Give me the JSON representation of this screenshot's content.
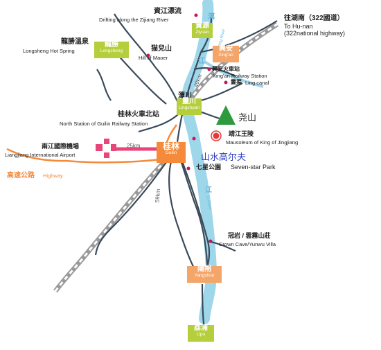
{
  "river": {
    "li_river_zh": "漓",
    "li_river_zh2": "江",
    "li_river_en": "Lijiang River",
    "lingqu_zh": "靈渠",
    "lingqu_en": "Ling canal",
    "jiang_zh": "江",
    "li_en": "Li River"
  },
  "towns": {
    "ziyuan": {
      "zh": "資源",
      "en": "Ziyuan"
    },
    "longsheng": {
      "zh": "龍勝",
      "en": "Longsheng"
    },
    "xingan": {
      "zh": "興安",
      "en": "Xing'an"
    },
    "lingchuan": {
      "zh": "靈川",
      "en": "Lingchuan"
    },
    "guilin": {
      "zh": "桂林",
      "en": "Guilin"
    },
    "yangshuo": {
      "zh": "陽朔",
      "en": "Yangshuo"
    },
    "lipu": {
      "zh": "荔浦",
      "en": "Lipu"
    }
  },
  "places": {
    "zijiang": {
      "zh": "資江漂流",
      "en": "Drifting along the Zijiang River"
    },
    "hotspring": {
      "zh": "龍勝溫泉",
      "en": "Longsheng Hot Spring"
    },
    "maoer": {
      "zh": "猫兒山",
      "en": "Hill of Maoer"
    },
    "xingan_station": {
      "zh": "興安火車站",
      "en": "Xing'an Railway Station"
    },
    "lingqu_point": {
      "zh": "靈渠",
      "en": "Ling canal"
    },
    "tanchuan": {
      "zh": "潭川"
    },
    "north_station": {
      "zh": "桂林火車北站",
      "en": "North Station of Guilin Railway Station"
    },
    "airport": {
      "zh": "兩江國際機場",
      "en": "Liangjiang International Airport"
    },
    "mausoleum": {
      "zh": "靖江王陵",
      "en": "Mausoleum of King of Jingjiang"
    },
    "sevenstar": {
      "zh": "七星公園",
      "en": "Seven-star Park"
    },
    "crown": {
      "zh": "冠岩 / 雲霧山莊",
      "en": "Crown Cave/Yunwu Villa"
    }
  },
  "hunan": {
    "zh": "往湖南（322國道）",
    "en1": "To Hu-nan",
    "en2": "(322national highway)"
  },
  "highway": {
    "zh": "高速公路",
    "en": "Highway"
  },
  "yaoshan": {
    "zh": "尧山"
  },
  "golf": {
    "zh": "山水高尔夫"
  },
  "distances": {
    "d49": "49km",
    "d25": "25km",
    "d59": "59km"
  },
  "colors": {
    "river": "#9ed6ea",
    "town_green": "#b5cf3c",
    "town_orange": "#f4a66a",
    "guilin": "#f58a3a",
    "highway": "#f58a3a",
    "railway": "#9a9a9a",
    "road": "#3a4a5a",
    "poi": "#c2185b",
    "mountain": "#2e9a3e",
    "golf_text": "#2b3cc4",
    "golf_marker": "#e53935"
  }
}
